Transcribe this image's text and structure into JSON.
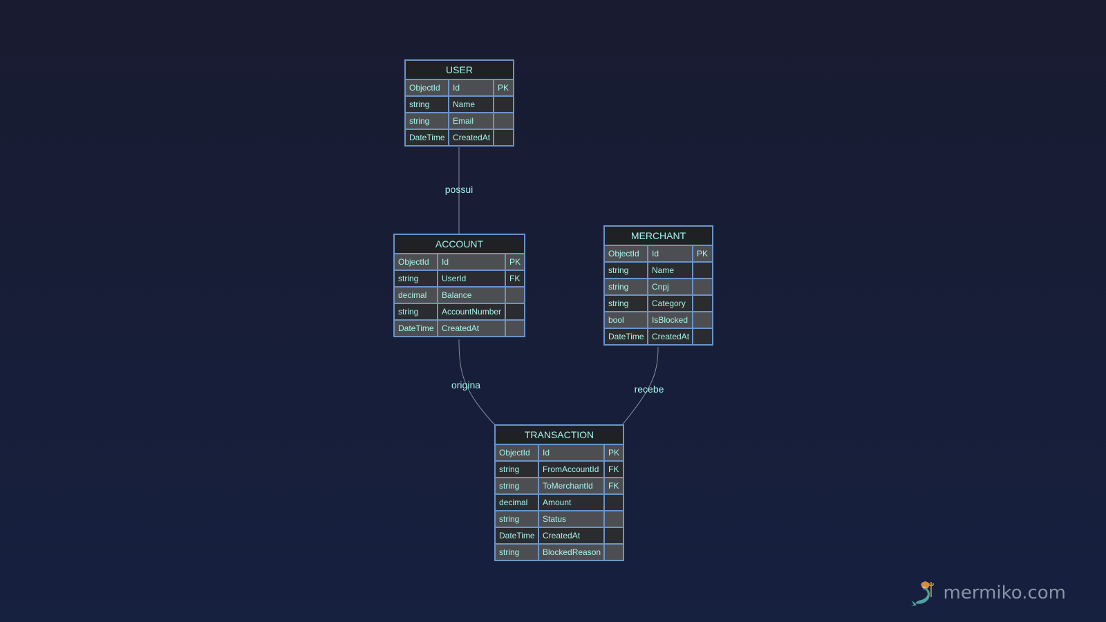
{
  "diagram": {
    "entities": [
      {
        "name": "USER",
        "attributes": [
          {
            "type": "ObjectId",
            "name": "Id",
            "key": "PK"
          },
          {
            "type": "string",
            "name": "Name",
            "key": ""
          },
          {
            "type": "string",
            "name": "Email",
            "key": ""
          },
          {
            "type": "DateTime",
            "name": "CreatedAt",
            "key": ""
          }
        ]
      },
      {
        "name": "ACCOUNT",
        "attributes": [
          {
            "type": "ObjectId",
            "name": "Id",
            "key": "PK"
          },
          {
            "type": "string",
            "name": "UserId",
            "key": "FK"
          },
          {
            "type": "decimal",
            "name": "Balance",
            "key": ""
          },
          {
            "type": "string",
            "name": "AccountNumber",
            "key": ""
          },
          {
            "type": "DateTime",
            "name": "CreatedAt",
            "key": ""
          }
        ]
      },
      {
        "name": "MERCHANT",
        "attributes": [
          {
            "type": "ObjectId",
            "name": "Id",
            "key": "PK"
          },
          {
            "type": "string",
            "name": "Name",
            "key": ""
          },
          {
            "type": "string",
            "name": "Cnpj",
            "key": ""
          },
          {
            "type": "string",
            "name": "Category",
            "key": ""
          },
          {
            "type": "bool",
            "name": "IsBlocked",
            "key": ""
          },
          {
            "type": "DateTime",
            "name": "CreatedAt",
            "key": ""
          }
        ]
      },
      {
        "name": "TRANSACTION",
        "attributes": [
          {
            "type": "ObjectId",
            "name": "Id",
            "key": "PK"
          },
          {
            "type": "string",
            "name": "FromAccountId",
            "key": "FK"
          },
          {
            "type": "string",
            "name": "ToMerchantId",
            "key": "FK"
          },
          {
            "type": "decimal",
            "name": "Amount",
            "key": ""
          },
          {
            "type": "string",
            "name": "Status",
            "key": ""
          },
          {
            "type": "DateTime",
            "name": "CreatedAt",
            "key": ""
          },
          {
            "type": "string",
            "name": "BlockedReason",
            "key": ""
          }
        ]
      }
    ],
    "relationships": [
      {
        "from": "USER",
        "to": "ACCOUNT",
        "label": "possui"
      },
      {
        "from": "ACCOUNT",
        "to": "TRANSACTION",
        "label": "origina"
      },
      {
        "from": "MERCHANT",
        "to": "TRANSACTION",
        "label": "recebe"
      }
    ]
  },
  "watermark": {
    "text": "mermiko.com",
    "icon": "mermaid-icon"
  },
  "colors": {
    "background": "#191b30",
    "entity_border": "#6b94c9",
    "entity_title_bg": "#1f2124",
    "row_light": "#4d4e51",
    "row_dark": "#2b2c2f",
    "text": "#a6f4ec",
    "edge": "#8a8f9c"
  }
}
